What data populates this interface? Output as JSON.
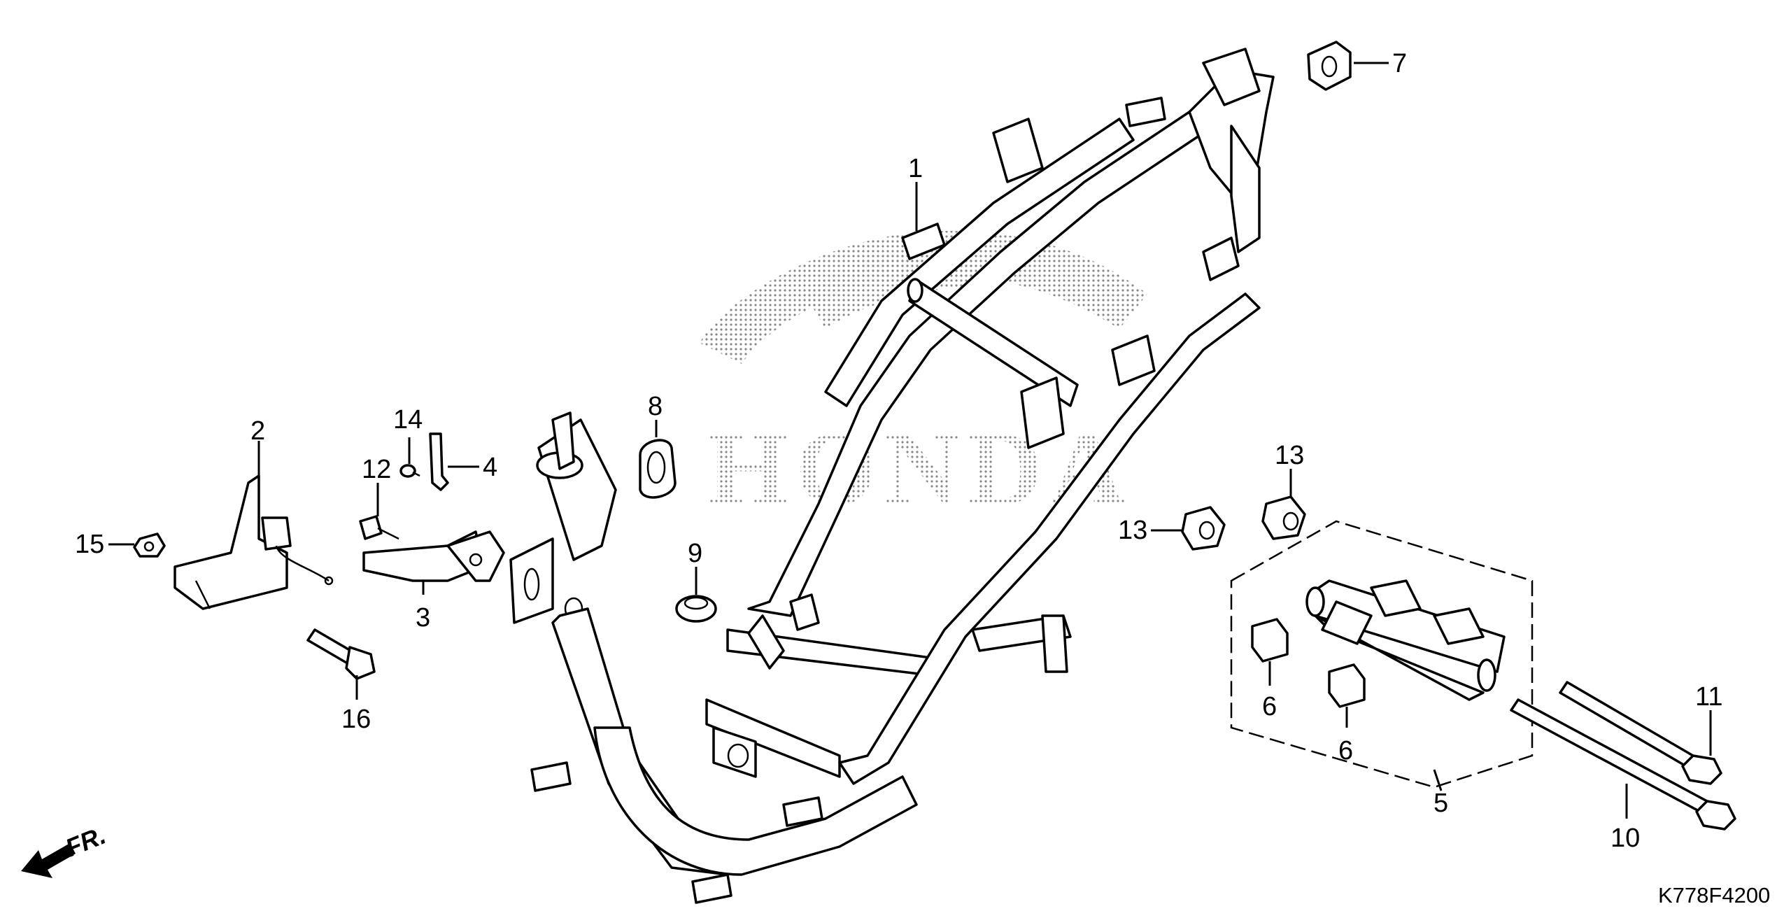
{
  "diagram": {
    "code": "K778F4200",
    "direction_label": "FR.",
    "watermark_text": "HONDA",
    "callouts": [
      "1",
      "2",
      "3",
      "4",
      "5",
      "6",
      "6",
      "7",
      "8",
      "9",
      "10",
      "11",
      "12",
      "13",
      "13",
      "14",
      "15",
      "16"
    ]
  },
  "colors": {
    "ink": "#000000",
    "background": "#ffffff"
  }
}
